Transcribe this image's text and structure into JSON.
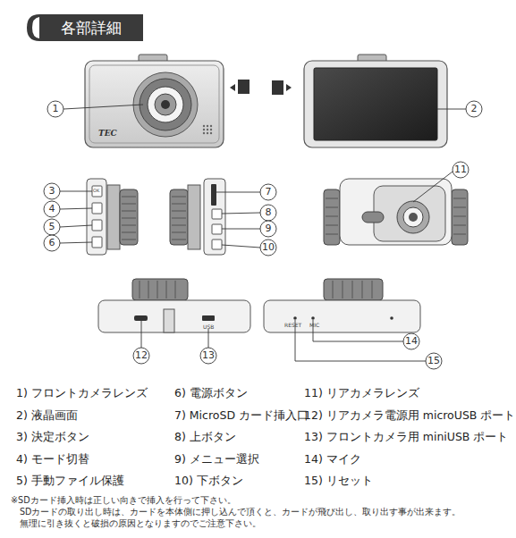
{
  "diagram": {
    "title": "各部詳細",
    "labels": [
      "1",
      "2",
      "3",
      "4",
      "5",
      "6",
      "7",
      "8",
      "9",
      "10",
      "11",
      "12",
      "13",
      "14",
      "15",
      "TEC",
      "OK",
      "USB",
      "RESET",
      "MIC",
      "1) フロントカメラレンズ",
      "2) 液晶画面",
      "3) 決定ボタン",
      "4) モード切替",
      "5) 手動ファイル保護",
      "6) 電源ボタン",
      "7) MicroSD カード挿入口",
      "8) 上ボタン",
      "9) メニュー選択",
      "10) 下ボタン",
      "11) リアカメラレンズ",
      "12) リアカメラ電源用 microUSB ポート",
      "13) フロントカメラ用 miniUSB ポート",
      "14) マイク",
      "15) リセット",
      "※SDカード挿入時は正しい向きで挿入を行って下さい。",
      "SDカードの取り出し時は、カードを本体側に押し込んで頂くと、カードが飛び出し、取り出す事が出来ます。",
      "無理に引き抜くと破損の原因となりますのでご注意下さい。"
    ]
  }
}
